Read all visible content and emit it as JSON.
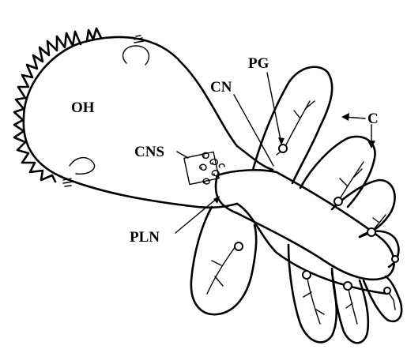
{
  "labels": {
    "oh": "OH",
    "cns": "CNS",
    "pln": "PLN",
    "cn": "CN",
    "pg": "PG",
    "c": "C"
  },
  "colors": {
    "ink": "#000000",
    "paper": "#ffffff"
  }
}
